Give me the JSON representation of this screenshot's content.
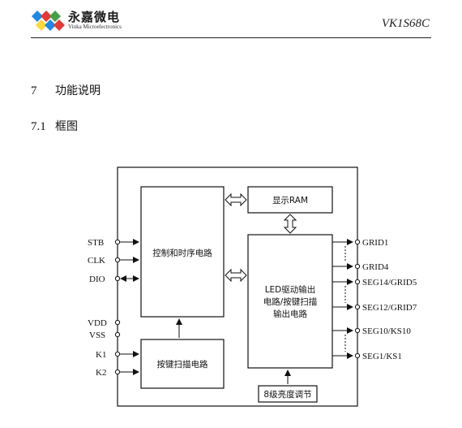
{
  "header": {
    "company_cn": "永嘉微电",
    "company_en": "Vinka Microelectronics",
    "model": "VK1S68C",
    "logo_colors": [
      "#1e88e5",
      "#e53935",
      "#43a047",
      "#fdd835"
    ]
  },
  "section": {
    "number": "7",
    "title": "功能说明"
  },
  "subsection": {
    "number": "7.1",
    "title": "框图"
  },
  "diagram": {
    "blocks": {
      "control": "控制和时序电路",
      "display_ram": "显示RAM",
      "led_driver": [
        "LED驱动输出",
        "电路/按键扫描",
        "输出电路"
      ],
      "key_scan": "按键扫描电路",
      "brightness": "8级亮度调节"
    },
    "left_pins": [
      "STB",
      "CLK",
      "DIO",
      "VDD",
      "VSS",
      "K1",
      "K2"
    ],
    "right_pins": [
      "GRID1",
      "GRID4",
      "SEG14/GRID5",
      "SEG12/GRID7",
      "SEG10/KS10",
      "SEG1/KS1"
    ]
  }
}
